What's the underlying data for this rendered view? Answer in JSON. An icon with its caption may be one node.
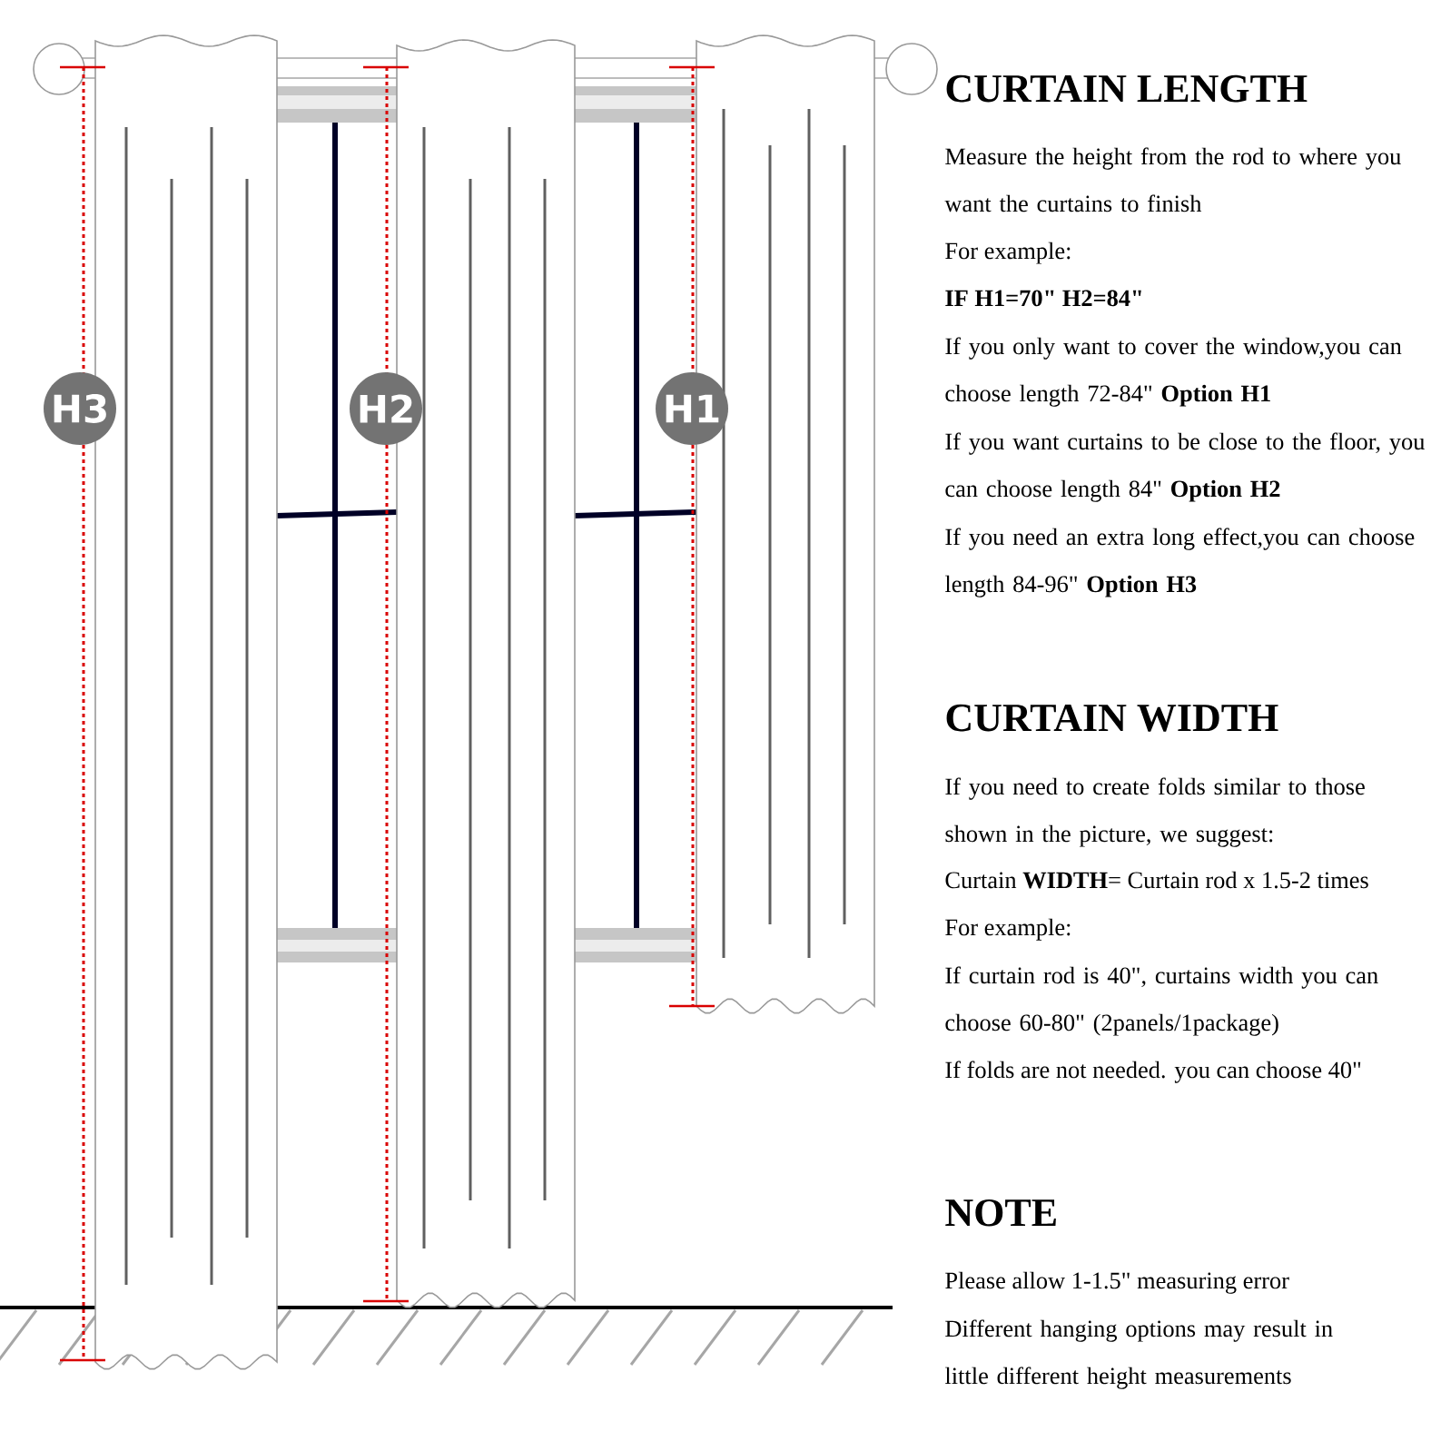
{
  "diagram": {
    "labels": [
      "H3",
      "H2",
      "H1",
      "CURTAIN LENGTH",
      "Measure the height from the rod to where you want the curtains to finish",
      "For example:",
      "IF H1=70\" H2=84\"",
      "If you only want to cover the window,you can choose length 72-84\" **Option H1**",
      "If you want curtains to be close to the floor, you can choose length 84\" **Option H2**",
      "If you need an extra long effect,you can choose length 84-96\" **Option H3**",
      "CURTAIN WIDTH",
      "If you need to create folds similar to those shown in the picture, we suggest:",
      "Curtain **WIDTH**= Curtain rod x 1.5-2 times",
      "For example:",
      "If curtain rod is 40\", curtains width you can choose 60-80\" (2panels/1package)",
      "If folds are not needed. you can choose 40\"",
      "NOTE",
      "Please allow 1-1.5\" measuring error",
      "Different hanging options may result in little different height measurements"
    ]
  }
}
